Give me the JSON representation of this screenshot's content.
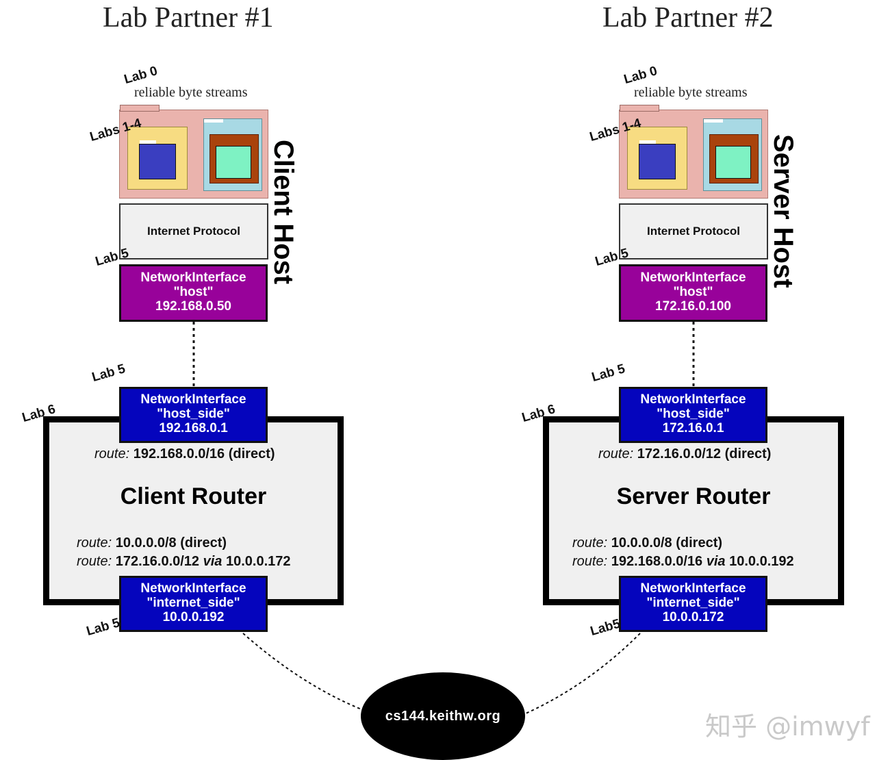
{
  "partners": [
    {
      "title": "Lab Partner #1",
      "lab0_tag": "Lab 0",
      "streams_label": "reliable byte streams",
      "labs14_tag": "Labs 1-4",
      "host_label": "Client Host",
      "ip_label": "Internet Protocol",
      "host_iface_tag": "Lab 5",
      "host_iface": {
        "name": "NetworkInterface",
        "side": "\"host\"",
        "ip": "192.168.0.50"
      },
      "router_iface_tag": "Lab 5",
      "router_tag": "Lab 6",
      "router_host_iface": {
        "name": "NetworkInterface",
        "side": "\"host_side\"",
        "ip": "192.168.0.1"
      },
      "router_title": "Client Router",
      "route_top": {
        "kw": "route:",
        "prefix": "192.168.0.0/16 (direct)"
      },
      "route_a": {
        "kw": "route:",
        "prefix": "10.0.0.0/8 (direct)"
      },
      "route_b": {
        "kw": "route:",
        "prefix": "172.16.0.0/12",
        "via": "via",
        "gw": "10.0.0.172"
      },
      "inet_iface": {
        "name": "NetworkInterface",
        "side": "\"internet_side\"",
        "ip": "10.0.0.192"
      },
      "inet_iface_tag": "Lab 5"
    },
    {
      "title": "Lab Partner #2",
      "lab0_tag": "Lab 0",
      "streams_label": "reliable byte streams",
      "labs14_tag": "Labs 1-4",
      "host_label": "Server Host",
      "ip_label": "Internet Protocol",
      "host_iface_tag": "Lab 5",
      "host_iface": {
        "name": "NetworkInterface",
        "side": "\"host\"",
        "ip": "172.16.0.100"
      },
      "router_iface_tag": "Lab 5",
      "router_tag": "Lab 6",
      "router_host_iface": {
        "name": "NetworkInterface",
        "side": "\"host_side\"",
        "ip": "172.16.0.1"
      },
      "router_title": "Server Router",
      "route_top": {
        "kw": "route:",
        "prefix": "172.16.0.0/12 (direct)"
      },
      "route_a": {
        "kw": "route:",
        "prefix": "10.0.0.0/8 (direct)"
      },
      "route_b": {
        "kw": "route:",
        "prefix": "192.168.0.0/16",
        "via": "via",
        "gw": "10.0.0.192"
      },
      "inet_iface": {
        "name": "NetworkInterface",
        "side": "\"internet_side\"",
        "ip": "10.0.0.172"
      },
      "inet_iface_tag": "Lab5"
    }
  ],
  "internet": {
    "label": "cs144.keithw.org"
  },
  "watermark": "知乎 @imwyf",
  "colors": {
    "host_iface": "#98029a",
    "router_iface": "#0505bd",
    "tcp_connection": "#eab3ad",
    "tcp_sender": "#f7dc82",
    "tcp_receiver": "#a8d9e4",
    "bytestream_sender": "#3a3ec0",
    "reassembler": "#a9430c",
    "bytestream_receiver": "#7ef2c3"
  }
}
